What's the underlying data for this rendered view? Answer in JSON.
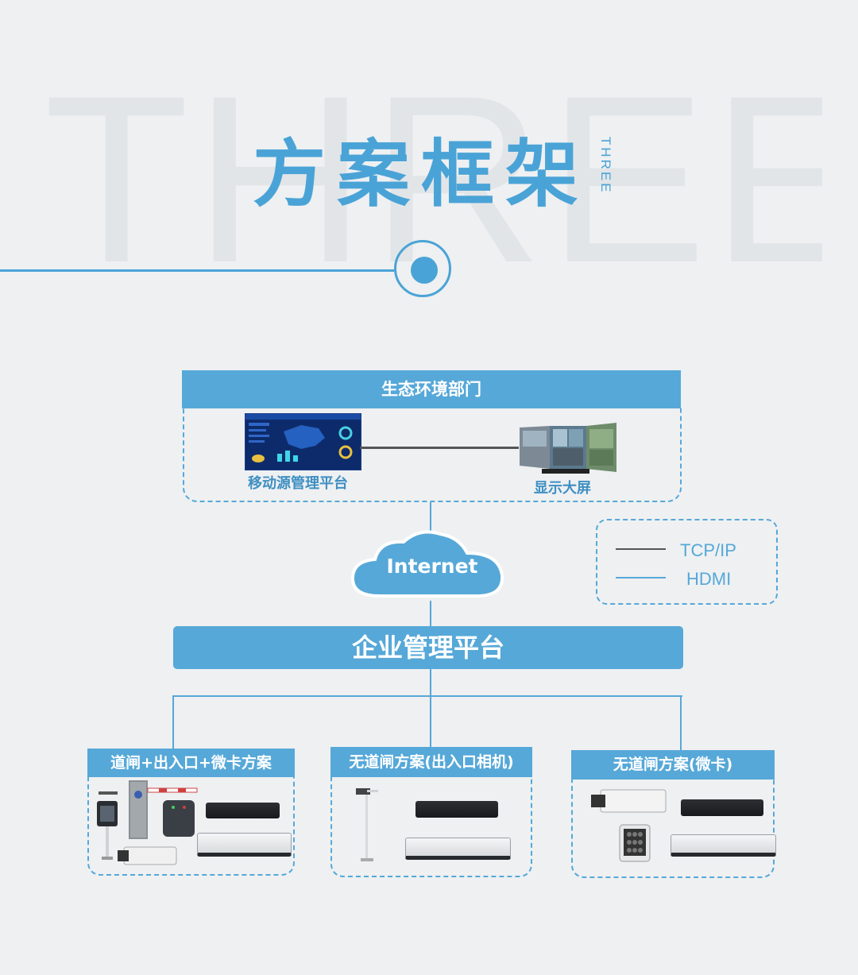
{
  "header": {
    "bg_word": "THREE",
    "title": "方案框架",
    "side_word": "THREE"
  },
  "top_section": {
    "title": "生态环境部门",
    "left_item": "移动源管理平台",
    "right_item": "显示大屏"
  },
  "cloud_label": "Internet",
  "legend": {
    "items": [
      {
        "label": "TCP/IP",
        "color": "#555555"
      },
      {
        "label": "HDMI",
        "color": "#56a8d8"
      }
    ]
  },
  "platform_label": "企业管理平台",
  "branches": [
    {
      "title": "道闸+出入口+微卡方案"
    },
    {
      "title": "无道闸方案(出入口相机)"
    },
    {
      "title": "无道闸方案(微卡)"
    }
  ],
  "colors": {
    "accent": "#56a8d8",
    "title_blue": "#4aa3d6",
    "background": "#eef0f2"
  }
}
